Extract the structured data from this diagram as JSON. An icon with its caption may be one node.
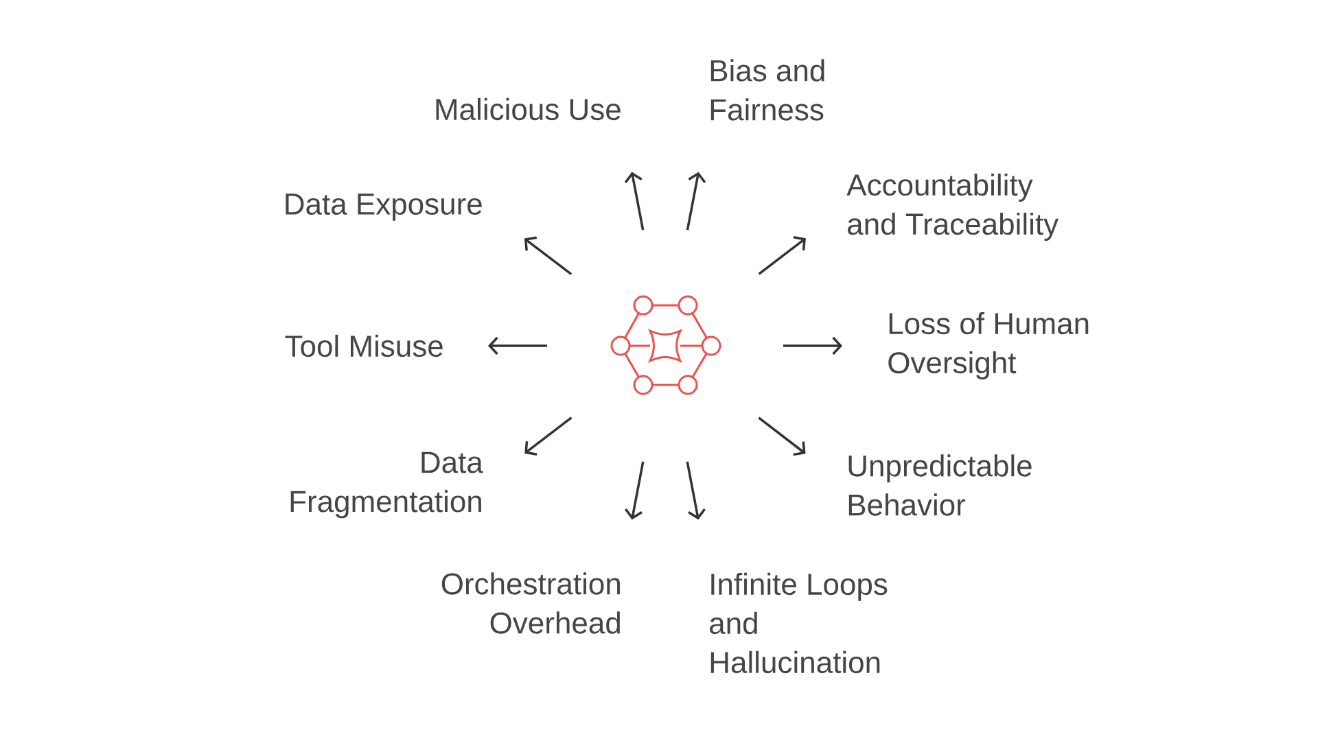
{
  "diagram": {
    "nodes": [
      {
        "text": [
          "Bias and Fairness"
        ]
      },
      {
        "text": [
          "Malicious Use"
        ]
      },
      {
        "text": [
          "Accountability and Traceability"
        ]
      },
      {
        "text": [
          "Data Exposure"
        ]
      },
      {
        "text": [
          "Tool Misuse"
        ]
      },
      {
        "text": [],
        "shape": "picture"
      },
      {
        "text": [
          "Loss of Human Oversight"
        ]
      },
      {
        "text": [
          "Data Fragmentation"
        ]
      },
      {
        "text": [
          "Unpredictable Behavior"
        ]
      },
      {
        "text": [
          "Orchestration Overhead"
        ]
      },
      {
        "text": [
          "Infinite Loops and Hallucination"
        ]
      }
    ],
    "edges": [
      {
        "from": 5,
        "to": 1,
        "arrow": "to"
      },
      {
        "from": 5,
        "to": 0,
        "arrow": "to"
      },
      {
        "from": 5,
        "to": 3,
        "arrow": "to"
      },
      {
        "from": 5,
        "to": 2,
        "arrow": "to"
      },
      {
        "from": 5,
        "to": 4,
        "arrow": "to"
      },
      {
        "from": 5,
        "to": 6,
        "arrow": "to"
      },
      {
        "from": 5,
        "to": 7,
        "arrow": "to"
      },
      {
        "from": 5,
        "to": 8,
        "arrow": "to"
      },
      {
        "from": 5,
        "to": 9,
        "arrow": "to"
      },
      {
        "from": 5,
        "to": 10,
        "arrow": "to"
      }
    ]
  }
}
